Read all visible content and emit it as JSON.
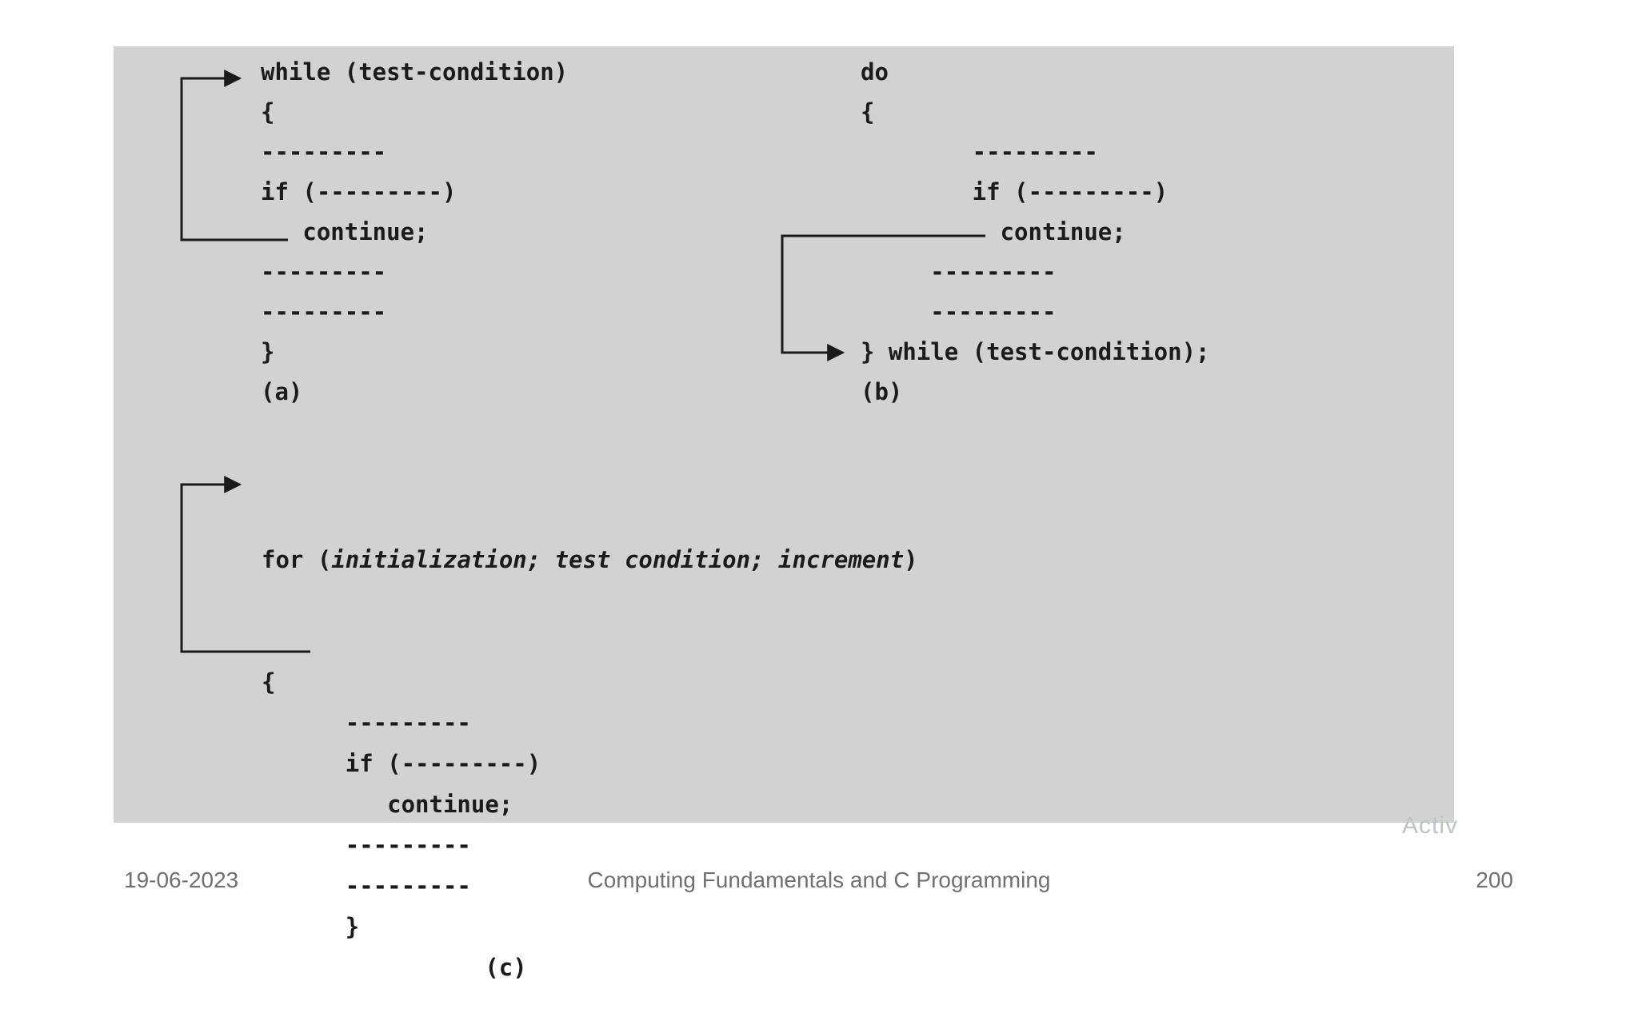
{
  "slide": {
    "background_color": "#ffffff",
    "figure_bg_color": "#d2d2d3",
    "code_color": "#1b1b1b",
    "footer_color": "#707070",
    "watermark_color": "#bfc2c6"
  },
  "figure": {
    "block_a": {
      "label": "(a)",
      "lines": [
        "while (test-condition)",
        "{",
        "---------",
        "if (---------)",
        "   continue;",
        "---------",
        "---------",
        "}",
        "(a)"
      ]
    },
    "block_b": {
      "label": "(b)",
      "lines": [
        "do",
        "{",
        "        ---------",
        "        if (---------)",
        "          continue;",
        "     ---------",
        "     ---------",
        "} while (test-condition);",
        "(b)"
      ]
    },
    "block_c": {
      "label": "(c)",
      "for_prefix": "for (",
      "for_params_italic": "initialization; test condition; increment",
      "for_suffix": ")",
      "lines": [
        "{",
        "      ---------",
        "      if (---------)",
        "         continue;",
        "      ---------",
        "      ---------",
        "      }",
        "                (c)"
      ]
    },
    "watermark_text": "Activ"
  },
  "footer": {
    "date": "19-06-2023",
    "title": "Computing Fundamentals and C Programming",
    "page_number": "200"
  }
}
